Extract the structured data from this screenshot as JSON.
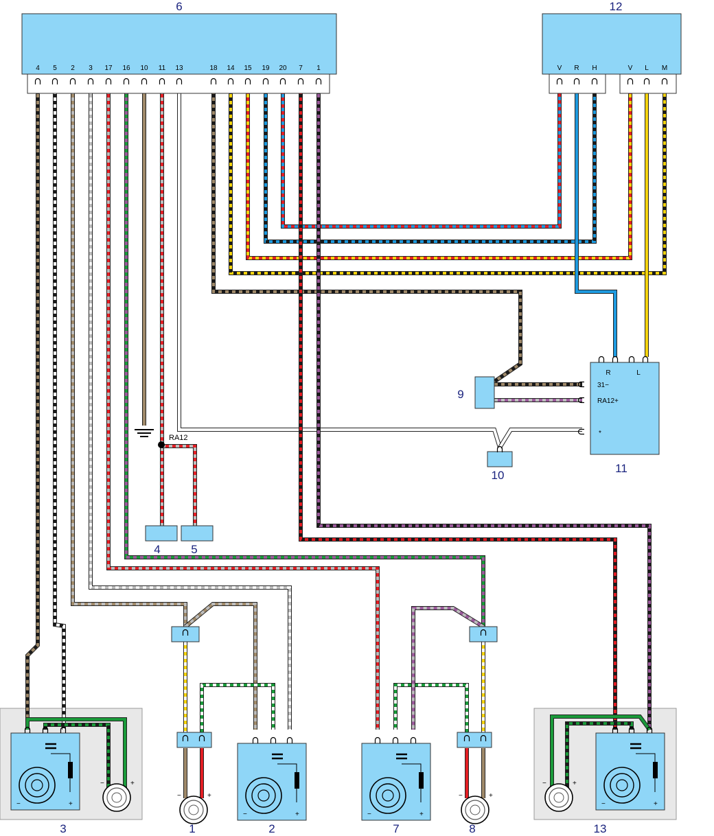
{
  "colors": {
    "component_fill": "#8fd6f7",
    "panel_fill": "#e8e8e8",
    "black": "#1a1a1a",
    "white": "#ffffff",
    "red": "#e31e24",
    "brown": "#a08a6a",
    "green": "#1a9a3a",
    "gray": "#bdbdbd",
    "blue": "#1e9be0",
    "yellow": "#f5d40f",
    "violet": "#9b5a9b",
    "label": "#1a237e"
  },
  "labels": {
    "unit_6": "6",
    "unit_12": "12",
    "speaker_1": "1",
    "speaker_2": "2",
    "speaker_3": "3",
    "connector_4": "4",
    "connector_5": "5",
    "speaker_7": "7",
    "speaker_8": "8",
    "unit_9": "9",
    "unit_10": "10",
    "unit_11": "11",
    "speaker_13": "13"
  },
  "unit6_pins": [
    "4",
    "5",
    "2",
    "3",
    "17",
    "16",
    "10",
    "11",
    "13",
    "18",
    "14",
    "15",
    "19",
    "20",
    "7",
    "1"
  ],
  "unit12_pins": [
    "V",
    "R",
    "H",
    "V",
    "L",
    "M"
  ],
  "unit11_pins": {
    "r": "R",
    "l": "L",
    "p31": "31−",
    "ra12": "RA12+",
    "star": "*"
  },
  "splice_label": "RA12",
  "icons": [
    "ground-symbol-icon",
    "speaker-cone-icon",
    "tweeter-icon",
    "capacitor-icon",
    "resistor-icon"
  ]
}
